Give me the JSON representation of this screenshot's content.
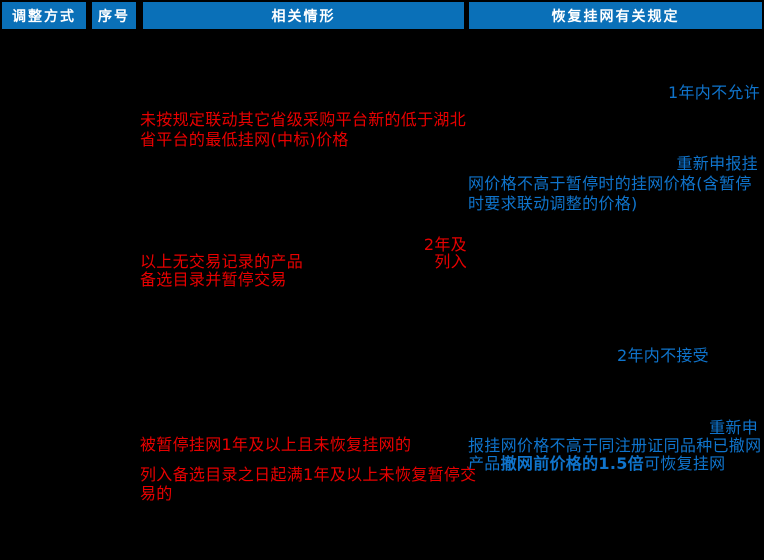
{
  "colors": {
    "background": "#000000",
    "header_bg": "#0a70b8",
    "header_text": "#ffffff",
    "red_text": "#e80000",
    "blue_text": "#0f74cc"
  },
  "header": {
    "columns": [
      {
        "label": "调整方式"
      },
      {
        "label": "序号"
      },
      {
        "label": "相关情形"
      },
      {
        "label": "恢复挂网有关规定"
      }
    ]
  },
  "body": {
    "rule1": "1年内不允许",
    "situation1": {
      "line1": "未按规定联动其它省级采购平台新的低于湖北",
      "line2": "省平台的最低挂网(中标)价格"
    },
    "rule2": {
      "line1": "重新申报挂",
      "line2": "网价格不高于暂停时的挂网价格(含暂停",
      "line3": "时要求联动调整的价格)"
    },
    "situation2": {
      "frag1": "2年及",
      "line1": "以上无交易记录的产品",
      "frag2": "列入",
      "line2": "备选目录并暂停交易"
    },
    "rule3": "2年内不接受",
    "rule4": {
      "line1": "重新申",
      "line2": "报挂网价格不高于同注册证同品种已撤网",
      "line3_prefix": "产品",
      "line3_bold": "撤网前价格的1.5倍",
      "line3_suffix": "可恢复挂网"
    },
    "situation3": "被暂停挂网1年及以上且未恢复挂网的",
    "situation4": {
      "line1": "列入备选目录之日起满1年及以上未恢复暂停交",
      "line2": "易的"
    }
  }
}
